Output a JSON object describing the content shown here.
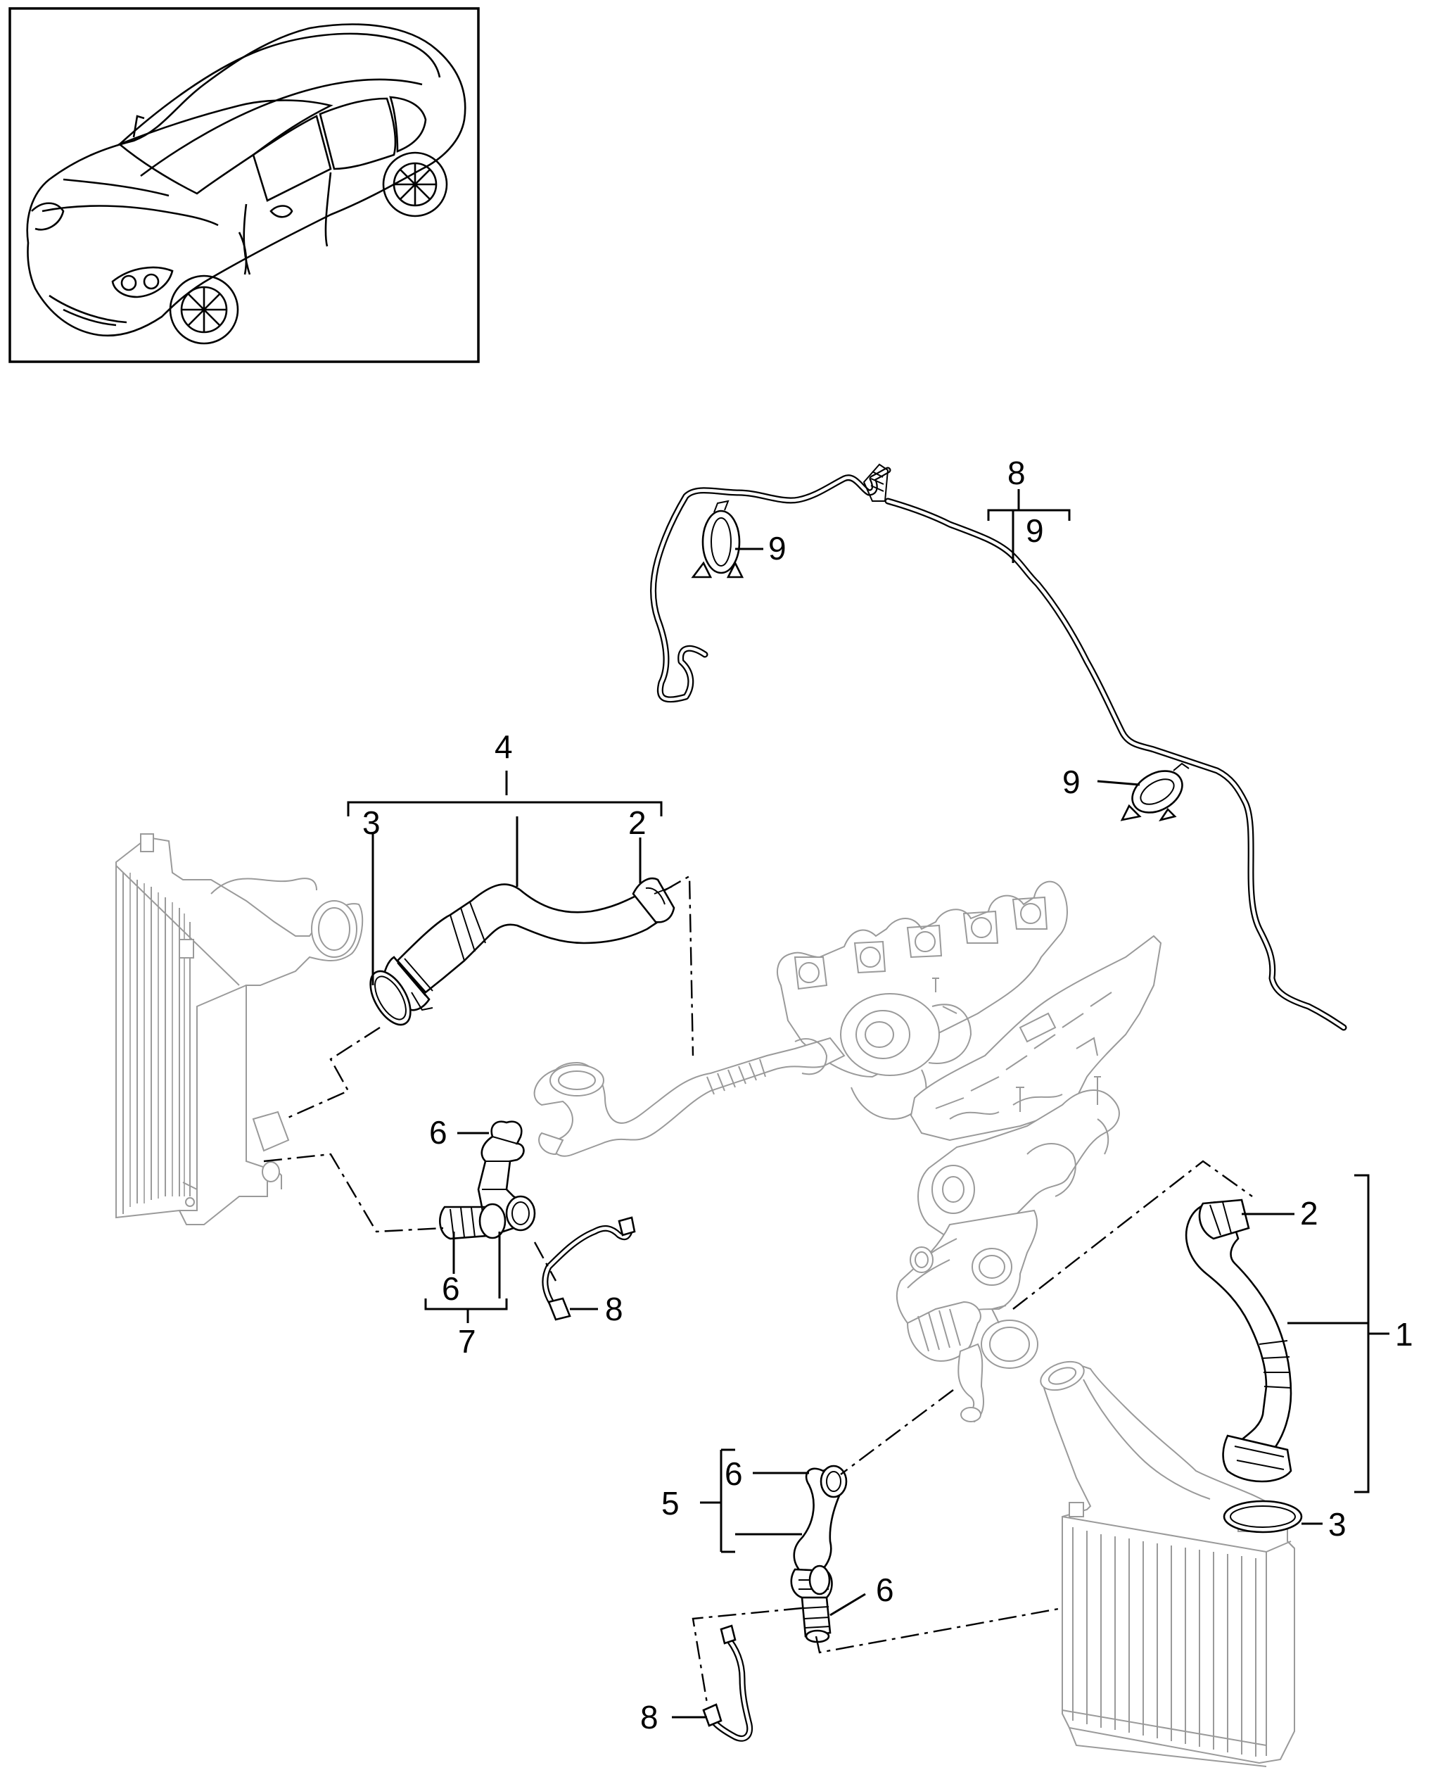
{
  "callouts": {
    "c1": "1",
    "c2_right": "2",
    "c2_left": "2",
    "c3_left": "3",
    "c3_right": "3",
    "c4": "4",
    "c5": "5",
    "c6_top_left": "6",
    "c6_bottom_left": "6",
    "c6_mid": "6",
    "c6_bottom_right": "6",
    "c7": "7",
    "c8_top": "8",
    "c8_left": "8",
    "c8_bottom": "8",
    "c9_top": "9",
    "c9_bracket": "9",
    "c9_right": "9"
  },
  "icons": {
    "vehicle": "car-overview-icon"
  }
}
